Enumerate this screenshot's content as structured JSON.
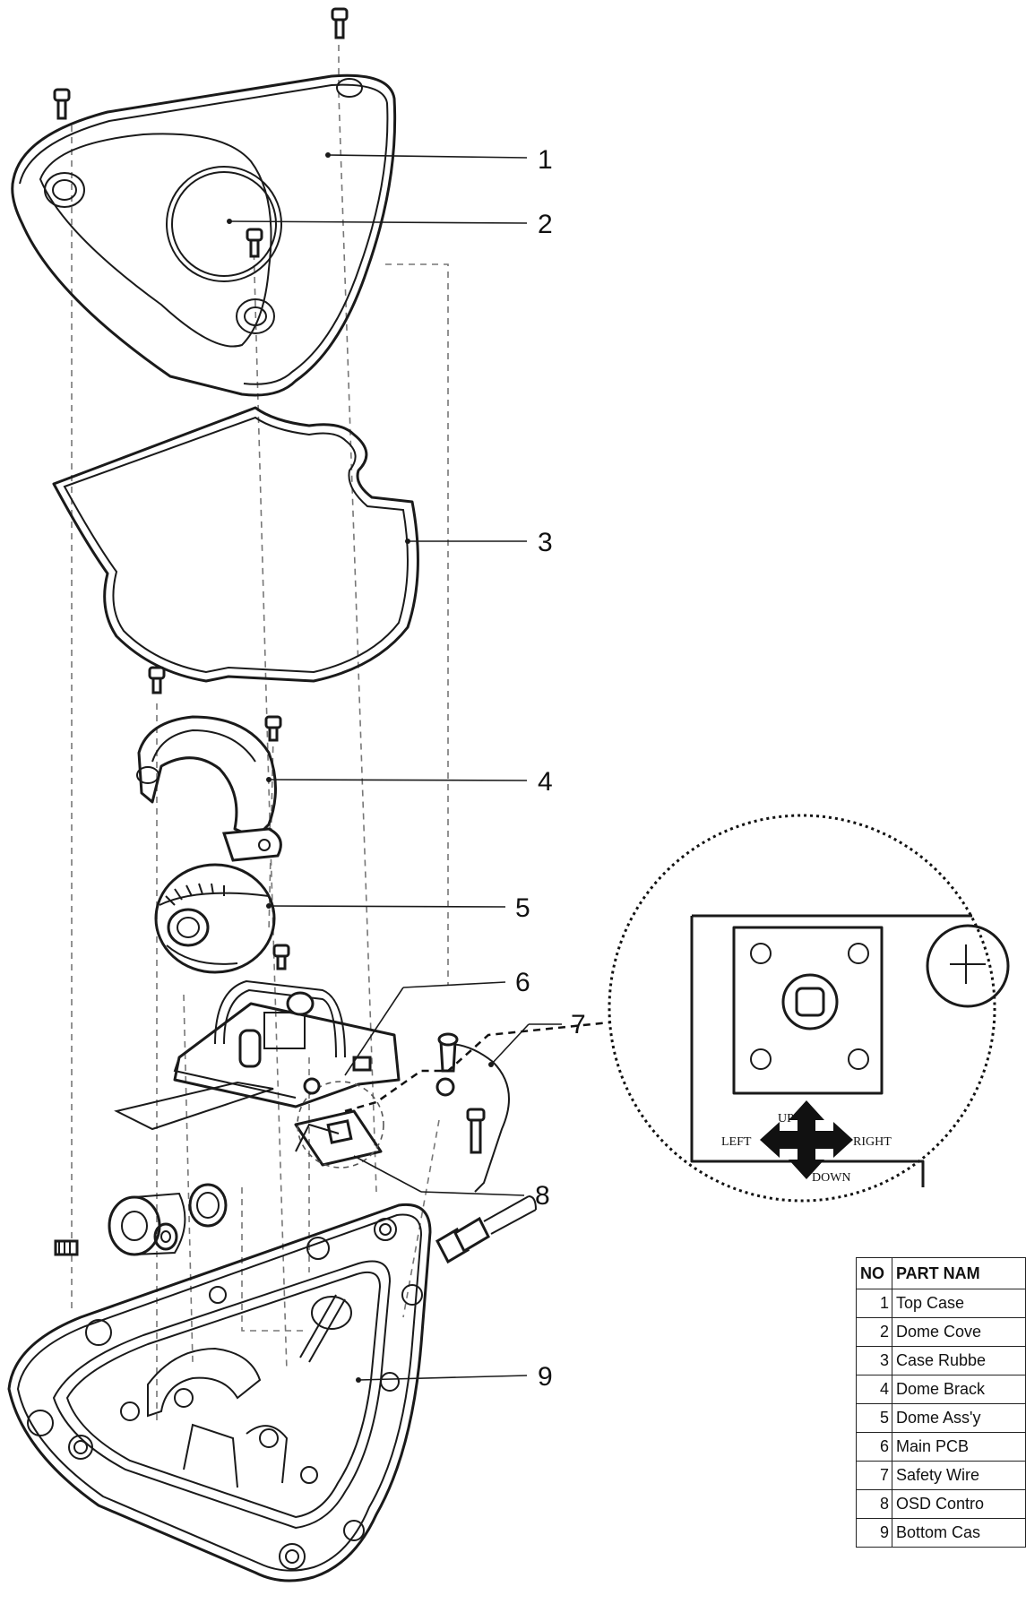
{
  "callouts": {
    "c1": "1",
    "c2": "2",
    "c3": "3",
    "c4": "4",
    "c5": "5",
    "c6": "6",
    "c7": "7",
    "c8": "8",
    "c9": "9"
  },
  "detail": {
    "up": "UP",
    "down": "DOWN",
    "left": "LEFT",
    "right": "RIGHT"
  },
  "table": {
    "headers": [
      "NO",
      "PART NAM"
    ],
    "rows": [
      {
        "no": "1",
        "name": "Top Case"
      },
      {
        "no": "2",
        "name": "Dome Cove"
      },
      {
        "no": "3",
        "name": "Case Rubbe"
      },
      {
        "no": "4",
        "name": "Dome Brack"
      },
      {
        "no": "5",
        "name": "Dome Ass'y"
      },
      {
        "no": "6",
        "name": "Main PCB"
      },
      {
        "no": "7",
        "name": "Safety Wire"
      },
      {
        "no": "8",
        "name": "OSD Contro"
      },
      {
        "no": "9",
        "name": "Bottom Cas"
      }
    ]
  }
}
